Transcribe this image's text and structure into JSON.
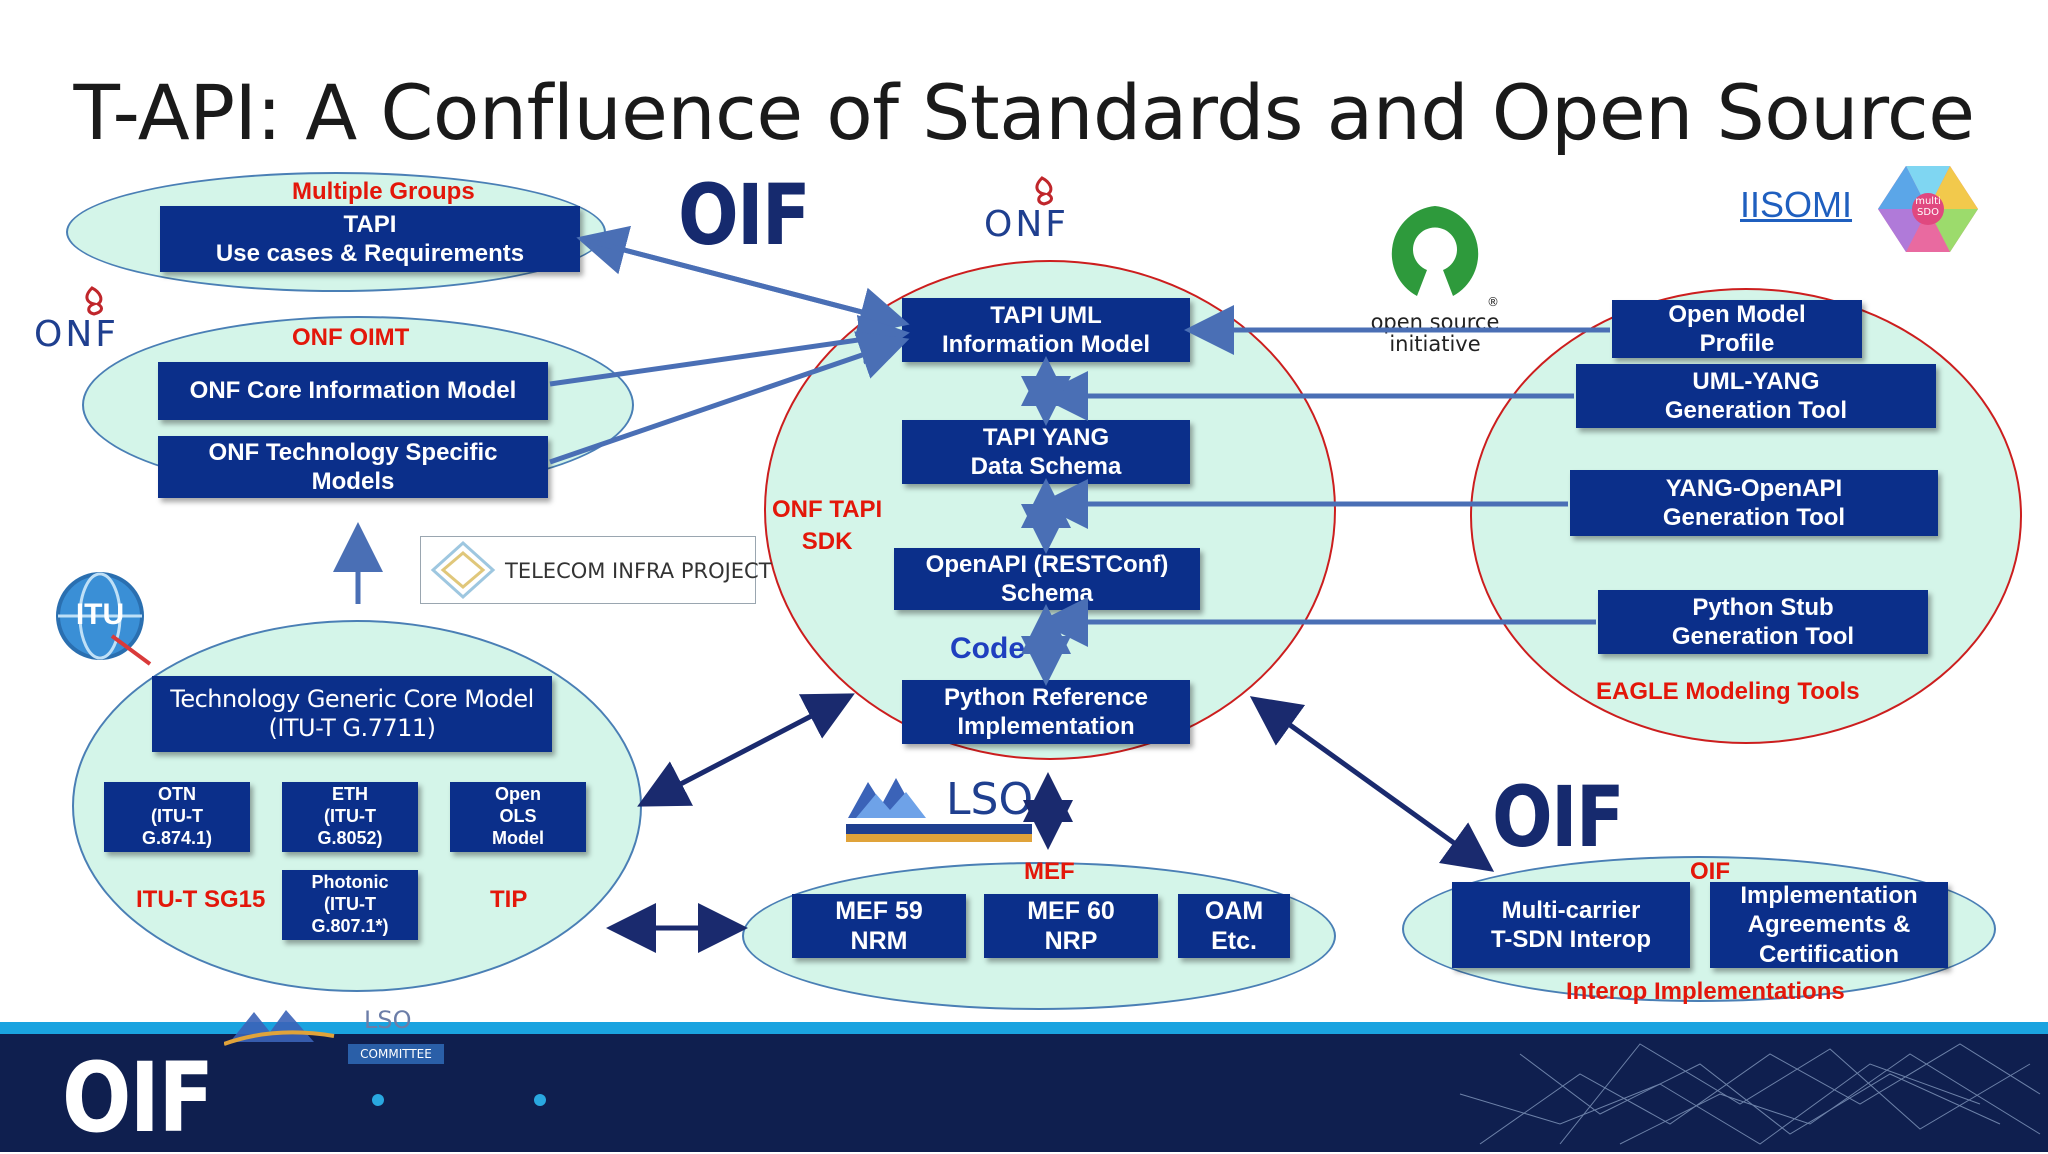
{
  "title": "T-API: A Confluence of Standards and Open Source",
  "logos": {
    "oif_top": "OIF",
    "oif_right": "OIF",
    "oif_footer": "OIF",
    "onf_top": "ONF",
    "onf_left": "ONF",
    "open_source_line1": "open source",
    "open_source_line2": "initiative",
    "tip": "TELECOM INFRA PROJECT",
    "itu": "ITU",
    "lso": "LSO",
    "lso_footer": "LSO",
    "lso_committee": "COMMITTEE",
    "multi_sdo": "multi SDO",
    "iisomi": "IISOMI"
  },
  "groups": {
    "multiple_groups": {
      "label": "Multiple Groups",
      "box": "TAPI\nUse cases & Requirements"
    },
    "onf_oimt": {
      "label": "ONF OIMT",
      "core": "ONF Core Information Model",
      "tech": "ONF Technology Specific\nModels"
    },
    "itu": {
      "generic": "Technology Generic Core Model\n(ITU-T G.7711)",
      "otn": "OTN\n(ITU-T\nG.874.1)",
      "eth": "ETH\n(ITU-T\nG.8052)",
      "ols": "Open\nOLS\nModel",
      "photonic": "Photonic\n(ITU-T\nG.807.1*)",
      "sg15": "ITU-T SG15",
      "tip": "TIP"
    },
    "onf_tapi": {
      "label": "ONF TAPI\nSDK",
      "uml": "TAPI UML\nInformation Model",
      "yang": "TAPI YANG\nData Schema",
      "openapi": "OpenAPI (RESTConf)\nSchema",
      "code": "Code",
      "python_ref": "Python Reference\nImplementation"
    },
    "eagle": {
      "label": "EAGLE Modeling Tools",
      "profile": "Open Model\nProfile",
      "uml_yang": "UML-YANG\nGeneration Tool",
      "yang_openapi": "YANG-OpenAPI\nGeneration Tool",
      "python_stub": "Python Stub\nGeneration Tool"
    },
    "mef": {
      "label": "MEF",
      "mef59": "MEF 59\nNRM",
      "mef60": "MEF 60\nNRP",
      "oam": "OAM\nEtc."
    },
    "oif": {
      "label": "OIF",
      "interop": "Multi-carrier\nT-SDN  Interop",
      "ia": "Implementation\nAgreements &\nCertification",
      "sub": "Interop Implementations"
    }
  },
  "colors": {
    "box_blue": "#0b2f8a",
    "oval_fill": "#d4f5e9",
    "label_red": "#e3170a",
    "arrow": "#4a6fb5",
    "code_blue": "#1f3fbf"
  }
}
